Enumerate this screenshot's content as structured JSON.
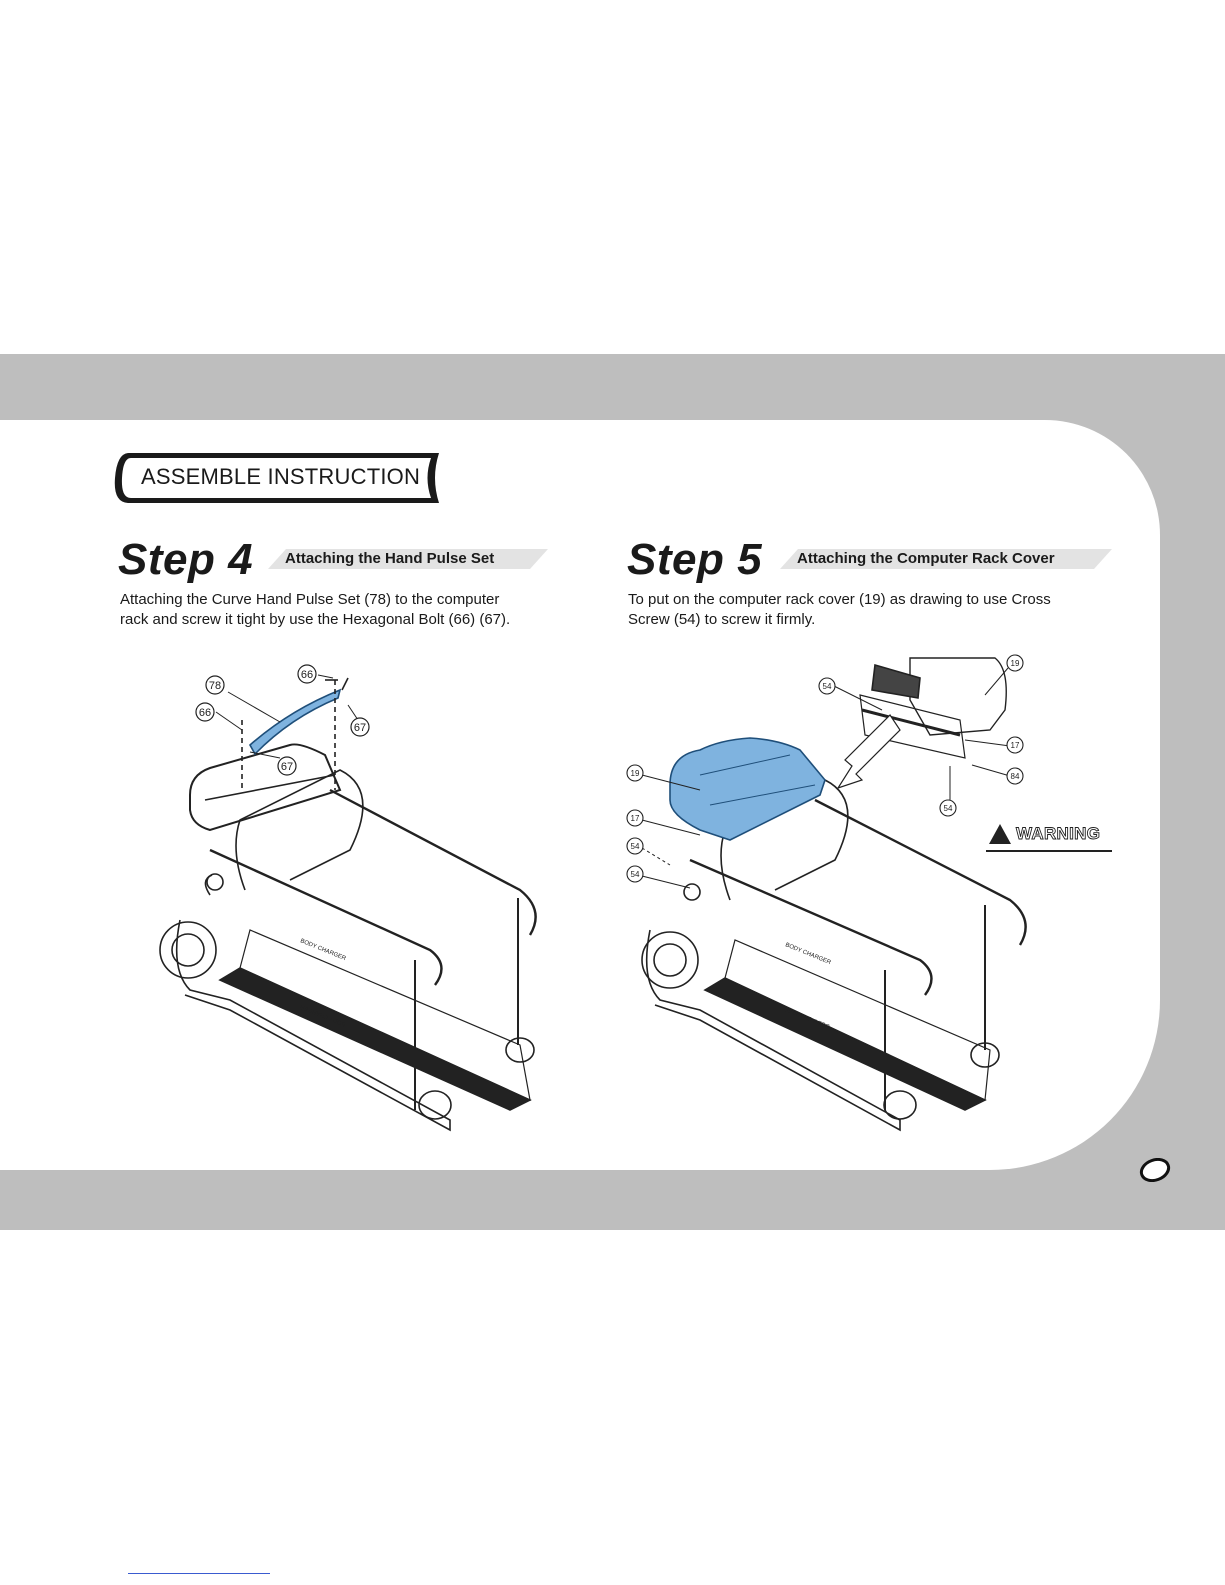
{
  "header": {
    "title": "ASSEMBLE INSTRUCTION"
  },
  "step4": {
    "title": "Step 4",
    "subtitle": "Attaching the Hand Pulse Set",
    "desc_line1": "Attaching the Curve Hand Pulse Set (78) to the computer",
    "desc_line2": "rack and screw it tight by use the Hexagonal Bolt (66) (67).",
    "callouts": [
      "78",
      "66",
      "66",
      "67",
      "67"
    ]
  },
  "step5": {
    "title": "Step 5",
    "subtitle": "Attaching the Computer Rack Cover",
    "desc_line1": "To put on the computer rack cover (19) as drawing to use Cross",
    "desc_line2": "Screw (54) to screw it firmly.",
    "callouts": [
      "54",
      "19",
      "17",
      "84",
      "54",
      "19",
      "17",
      "54",
      "54"
    ]
  },
  "warning": {
    "label": "WARNING"
  },
  "brand": "BODY CHARGER",
  "colors": {
    "highlight": "#7fb3df",
    "band": "#bebebe",
    "text": "#1a1a1a"
  }
}
